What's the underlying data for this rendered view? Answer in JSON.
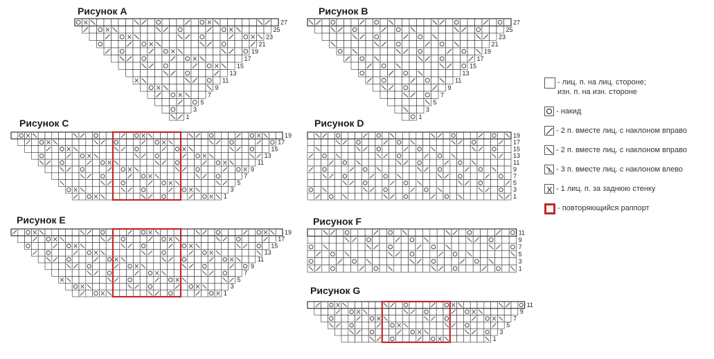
{
  "charts": [
    {
      "id": "A",
      "title": "Рисунок А",
      "row_labels": [
        "1",
        "3",
        "5",
        "7",
        "9",
        "11",
        "13",
        "15",
        "17",
        "19",
        "21",
        "23",
        "25",
        "27"
      ]
    },
    {
      "id": "B",
      "title": "Рисунок В",
      "row_labels": [
        "1",
        "3",
        "5",
        "7",
        "9",
        "11",
        "13",
        "15",
        "17",
        "19",
        "21",
        "23",
        "25",
        "27"
      ]
    },
    {
      "id": "C",
      "title": "Рисунок С",
      "row_labels": [
        "1",
        "3",
        "5",
        "7",
        "9",
        "11",
        "13",
        "15",
        "17",
        "19"
      ]
    },
    {
      "id": "D",
      "title": "Рисунок D",
      "row_labels": [
        "1",
        "3",
        "5",
        "7",
        "9",
        "11",
        "13",
        "15",
        "17",
        "19"
      ]
    },
    {
      "id": "E",
      "title": "Рисунок Е",
      "row_labels": [
        "1",
        "3",
        "5",
        "7",
        "9",
        "11",
        "13",
        "15",
        "17",
        "19"
      ]
    },
    {
      "id": "F",
      "title": "Рисунок F",
      "row_labels": [
        "1",
        "3",
        "5",
        "7",
        "9",
        "11"
      ]
    },
    {
      "id": "G",
      "title": "Рисунок G",
      "row_labels": [
        "1",
        "3",
        "5",
        "7",
        "9",
        "11"
      ]
    }
  ],
  "legend": {
    "knit": "- лиц. п. на лиц. стороне;",
    "knit_line2": "изн. п. на изн. стороне",
    "yarn_over": "- накид",
    "k2tog_right_1": "- 2 п. вместе лиц. с наклоном вправо",
    "k2tog_right_2": "- 2 п. вместе лиц. с наклоном вправо",
    "k3tog_left": "- 3 п. вместе лиц. с наклоном влево",
    "k1tbl": "- 1 лиц. п. за заднюю стенку",
    "repeat": "- повторяющийся раппорт"
  },
  "colors": {
    "grid": "#333333",
    "repeat": "#c0282a",
    "background": "#ffffff"
  }
}
